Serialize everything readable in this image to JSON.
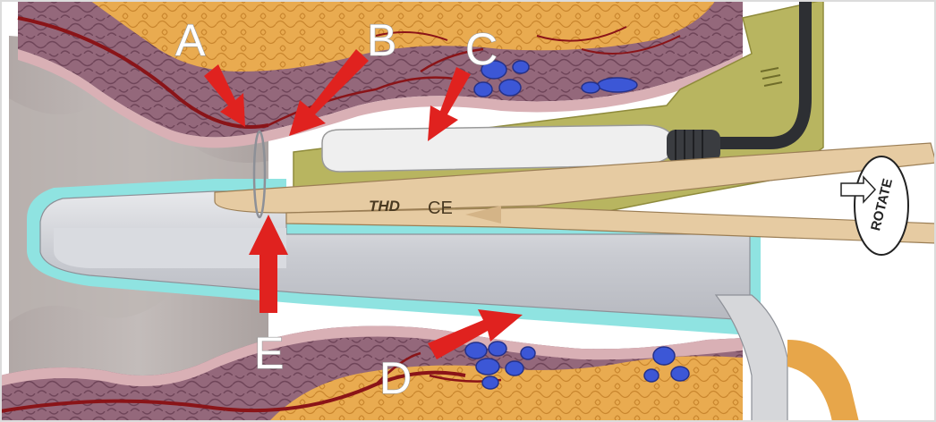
{
  "labels": {
    "a": "A",
    "b": "B",
    "c": "C",
    "d": "D",
    "e": "E"
  },
  "device": {
    "brand": "THD",
    "mark": "CE"
  },
  "rotate_text": "ROTATE",
  "colors": {
    "arrow": "#e0221f",
    "fat": "#e6a64a",
    "muscle": "#8f5f74",
    "mucosa": "#d9b0b5",
    "vein": "#3c57d6",
    "artery": "#8a1418",
    "lumen": "#b9b0ad",
    "scope_body": "#cfd1d6",
    "scope_rim": "#8fe3e1",
    "probe": "#ededed",
    "handle": "#e6cba2",
    "platform": "#b8b560"
  }
}
